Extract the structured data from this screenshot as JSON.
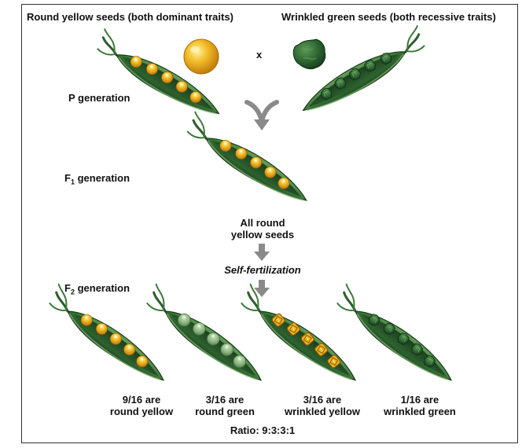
{
  "header": {
    "left_title": "Round yellow seeds (both dominant traits)",
    "right_title": "Wrinkled green seeds (both recessive traits)",
    "cross_symbol": "x"
  },
  "generations": {
    "p": "P generation",
    "f1_prefix": "F",
    "f1_sub": "1",
    "f1_suffix": " generation",
    "f2_prefix": "F",
    "f2_sub": "2",
    "f2_suffix": " generation"
  },
  "f1_result": {
    "line1": "All round",
    "line2": "yellow seeds"
  },
  "process": "Self-fertilization",
  "f2_outcomes": [
    {
      "line1": "9/16 are",
      "line2": "round yellow"
    },
    {
      "line1": "3/16 are",
      "line2": "round green"
    },
    {
      "line1": "3/16 are",
      "line2": "wrinkled yellow"
    },
    {
      "line1": "1/16 are",
      "line2": "wrinkled green"
    }
  ],
  "ratio": "Ratio: 9:3:3:1",
  "colors": {
    "pod_dark": "#1f4a24",
    "pod_mid": "#3d7a3a",
    "pod_light": "#6aa05c",
    "seed_yellow": "#f0b31c",
    "seed_yellow_dark": "#c98410",
    "seed_green": "#2f6a35",
    "arrow_gray": "#8a8a8a"
  }
}
